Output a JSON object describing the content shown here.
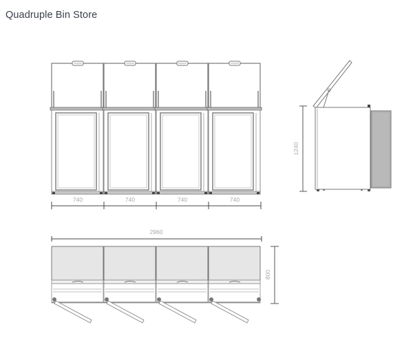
{
  "title": "Quadruple Bin Store",
  "colors": {
    "line": "#6e6e6e",
    "dim_text": "#a8a8a8",
    "panel_fill": "#e6e6e6",
    "side_panel_fill": "#b9b9b9"
  },
  "front_view": {
    "bays": 4,
    "bay_width_labels": [
      "740",
      "740",
      "740",
      "740"
    ]
  },
  "side_view": {
    "height_label": "1240"
  },
  "top_view": {
    "total_width_label": "2960",
    "depth_label": "800"
  }
}
